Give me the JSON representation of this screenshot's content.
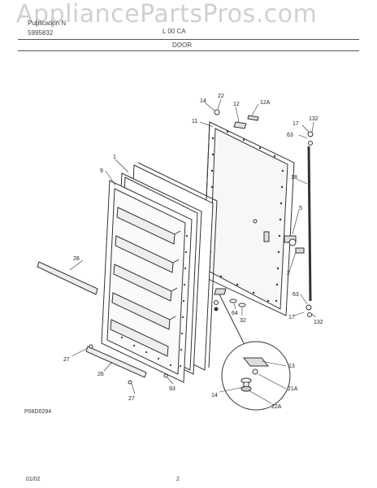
{
  "watermark": "AppliancePartsPros.com",
  "header": {
    "left_top": "Publication N",
    "left_bottom": "5995832",
    "center_top": "L 00 CA",
    "title": "DOOR"
  },
  "labels": {
    "l1": "1",
    "l9": "9",
    "l14a": "14",
    "l22a": "22",
    "l12": "12",
    "l12a": "12A",
    "l11": "11",
    "l17a": "17",
    "l132a": "132",
    "l63a": "63",
    "l18": "18",
    "l5": "5",
    "l2": "2",
    "l63b": "63",
    "l17b": "17",
    "l132b": "132",
    "l28": "28",
    "l64": "64",
    "l32": "32",
    "l27a": "27",
    "l26": "26",
    "l27b": "27",
    "l93": "93",
    "l13": "13",
    "l14b": "14",
    "l21a": "21A",
    "l22b": "22A"
  },
  "drawing_code": "P08D0294",
  "footer": {
    "date": "01/02",
    "page": "2"
  }
}
